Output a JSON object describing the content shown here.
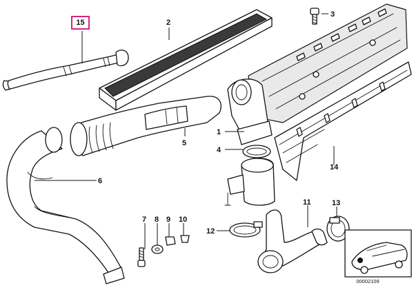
{
  "diagram": {
    "highlighted_callout": "15",
    "diagram_id": "00002109",
    "callouts": {
      "c1": "1",
      "c2": "2",
      "c3": "3",
      "c4": "4",
      "c5": "5",
      "c6": "6",
      "c7": "7",
      "c8": "8",
      "c9": "9",
      "c10": "10",
      "c11": "11",
      "c12": "12",
      "c13": "13",
      "c14": "14"
    }
  },
  "colors": {
    "highlight": "#d6247f",
    "line": "#111111",
    "background": "#ffffff"
  }
}
